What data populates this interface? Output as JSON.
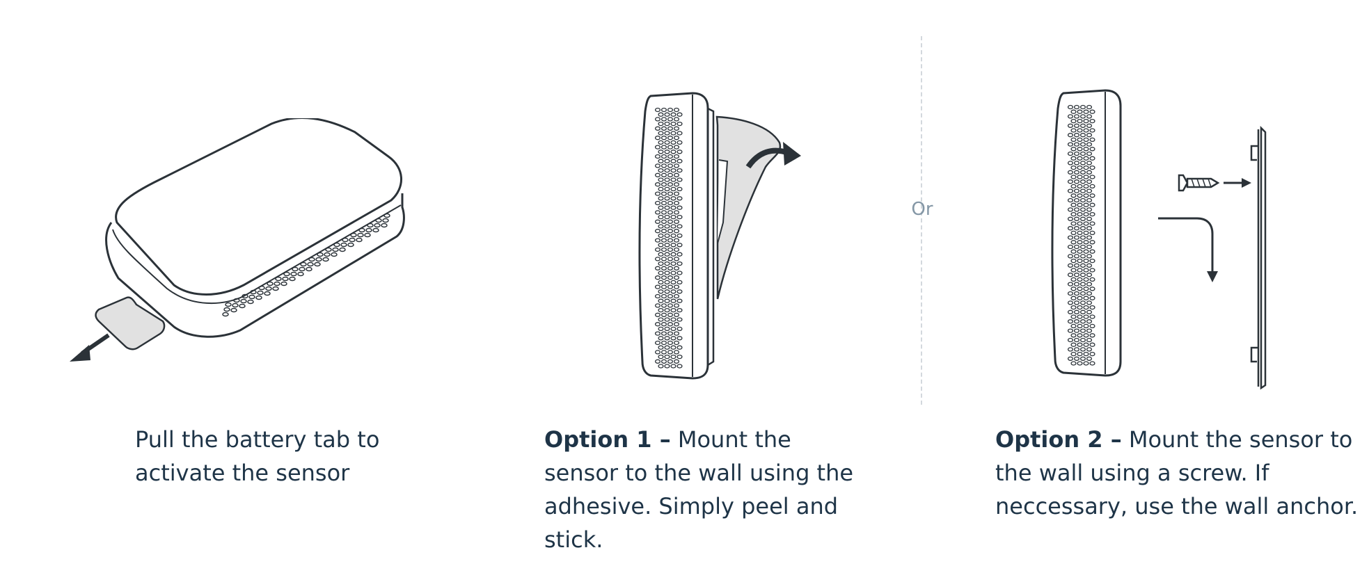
{
  "steps": [
    {
      "bold": "",
      "text": "Pull the battery tab to activate the sensor"
    },
    {
      "bold": "Option 1 –",
      "text": " Mount the sensor to the wall using the adhesive. Simply peel and stick."
    },
    {
      "bold": "Option 2 –",
      "text": " Mount the sensor to the wall using a screw. If neccessary, use the wall anchor."
    }
  ],
  "separator": "Or",
  "colors": {
    "ink": "#1e3447",
    "outline": "#2b3238",
    "fill_gray": "#e1e1e1",
    "separator": "#8497a6",
    "divider": "#d3d8dd"
  }
}
